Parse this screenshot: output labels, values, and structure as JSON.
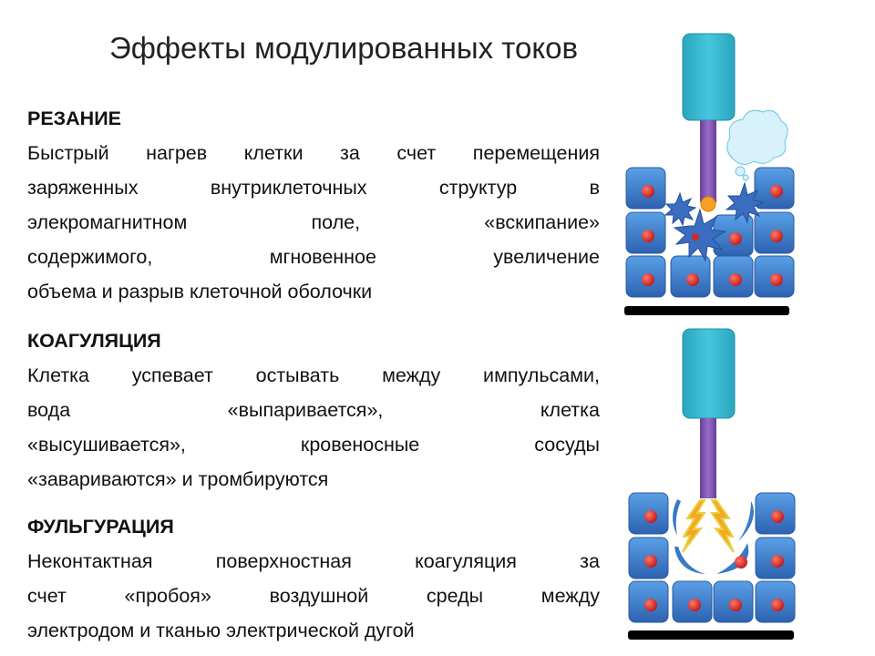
{
  "title": "Эффекты модулированных токов",
  "sections": [
    {
      "heading": "РЕЗАНИЕ",
      "lines": [
        "Быстрый нагрев клетки за счет перемещения",
        "заряженных внутриклеточных структур в",
        "элекромагнитном поле, «вскипание»",
        "содержимого, мгновенное увеличение",
        "объема и разрыв клеточной оболочки"
      ]
    },
    {
      "heading": "КОАГУЛЯЦИЯ",
      "lines": [
        "Клетка успевает остывать между импульсами,",
        "вода «выпаривается», клетка",
        "«высушивается», кровеносные сосуды",
        "«завариваются» и тромбируются"
      ]
    },
    {
      "heading": "ФУЛЬГУРАЦИЯ",
      "lines": [
        "Неконтактная поверхностная коагуляция за",
        "счет «пробоя» воздушной среды между",
        "электродом и тканью электрической дугой"
      ]
    }
  ],
  "colors": {
    "electrode": "#2bb3cc",
    "rod": "#7b4fa8",
    "cell": "#3a78c8",
    "nucleus": "#d42a22",
    "spark": "#f5a623"
  }
}
